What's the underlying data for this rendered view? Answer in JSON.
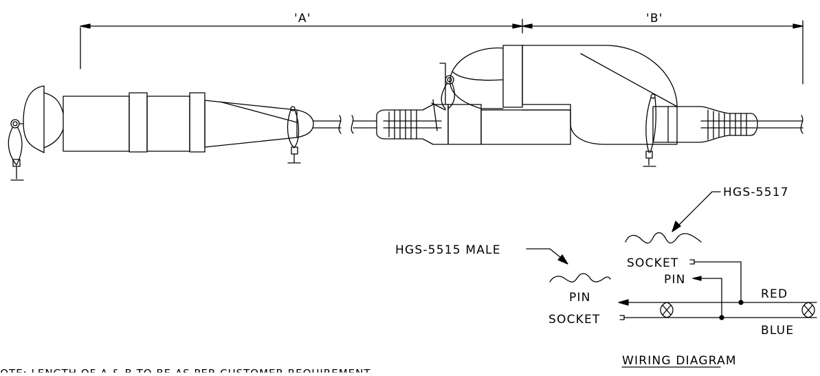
{
  "dimensions": {
    "a_label": "'A'",
    "b_label": "'B'"
  },
  "labels": {
    "hgs_5517": "HGS-5517",
    "hgs_5515": "HGS-5515 MALE",
    "socket_right": "SOCKET",
    "pin_right": "PIN",
    "pin_left": "PIN",
    "socket_left": "SOCKET",
    "red": "RED",
    "blue": "BLUE",
    "wiring_title": "WIRING DIAGRAM"
  },
  "note": "NOTE: LENGTH OF A & B TO BE AS PER CUSTOMER REQUIREMENT."
}
